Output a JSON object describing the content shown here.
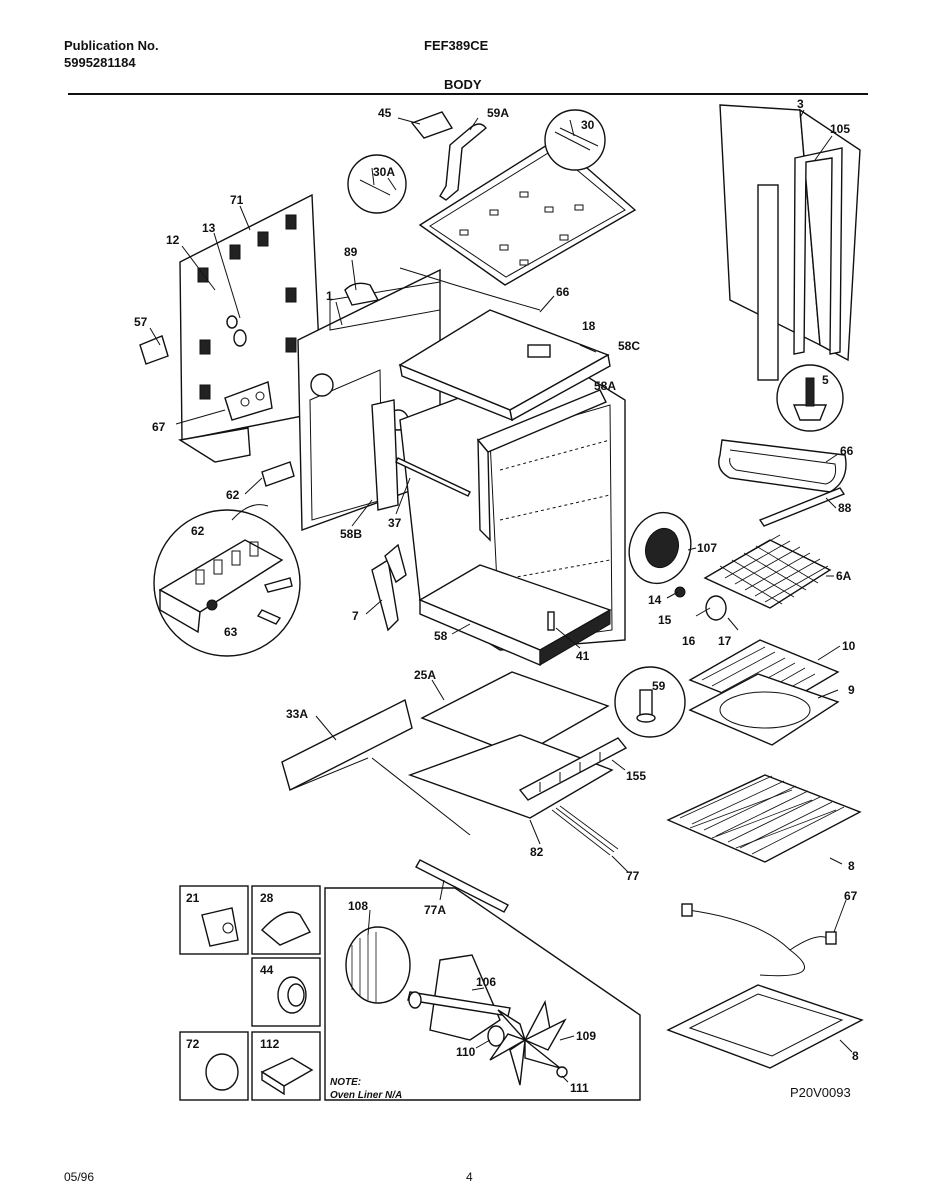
{
  "header": {
    "publication_label": "Publication No.",
    "publication_number": "5995281184",
    "model": "FEF389CE",
    "section": "BODY"
  },
  "diagram": {
    "callouts": [
      "45",
      "59A",
      "30",
      "3",
      "105",
      "30A",
      "71",
      "12",
      "13",
      "89",
      "66",
      "18",
      "57",
      "1",
      "58C",
      "5",
      "58A",
      "67",
      "66",
      "62",
      "88",
      "62",
      "58B",
      "37",
      "107",
      "7",
      "6A",
      "14",
      "63",
      "58",
      "41",
      "15",
      "16",
      "17",
      "10",
      "25A",
      "59",
      "9",
      "33A",
      "155",
      "82",
      "77",
      "8",
      "21",
      "28",
      "77A",
      "67",
      "108",
      "44",
      "106",
      "109",
      "110",
      "72",
      "112",
      "111",
      "8"
    ],
    "note_title": "NOTE:",
    "note_text": "Oven Liner N/A",
    "drawing_code": "P20V0093"
  },
  "footer": {
    "date": "05/96",
    "page_number": "4"
  }
}
